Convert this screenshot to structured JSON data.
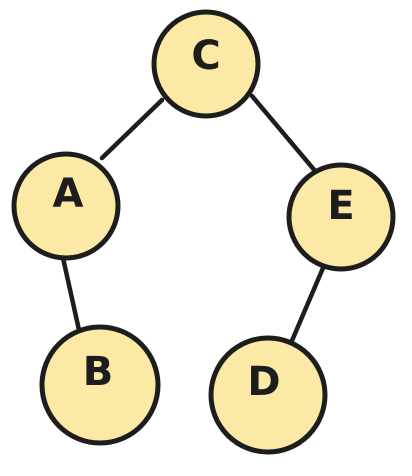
{
  "diagram": {
    "type": "binary-search-tree",
    "node_fill": "#fde9a6",
    "stroke_color": "#1d1d1d",
    "nodes": [
      {
        "id": "C",
        "label": "C"
      },
      {
        "id": "A",
        "label": "A"
      },
      {
        "id": "E",
        "label": "E"
      },
      {
        "id": "B",
        "label": "B"
      },
      {
        "id": "D",
        "label": "D"
      }
    ],
    "edges": [
      {
        "from": "C",
        "to": "A"
      },
      {
        "from": "C",
        "to": "E"
      },
      {
        "from": "A",
        "to": "B"
      },
      {
        "from": "E",
        "to": "D"
      }
    ]
  }
}
